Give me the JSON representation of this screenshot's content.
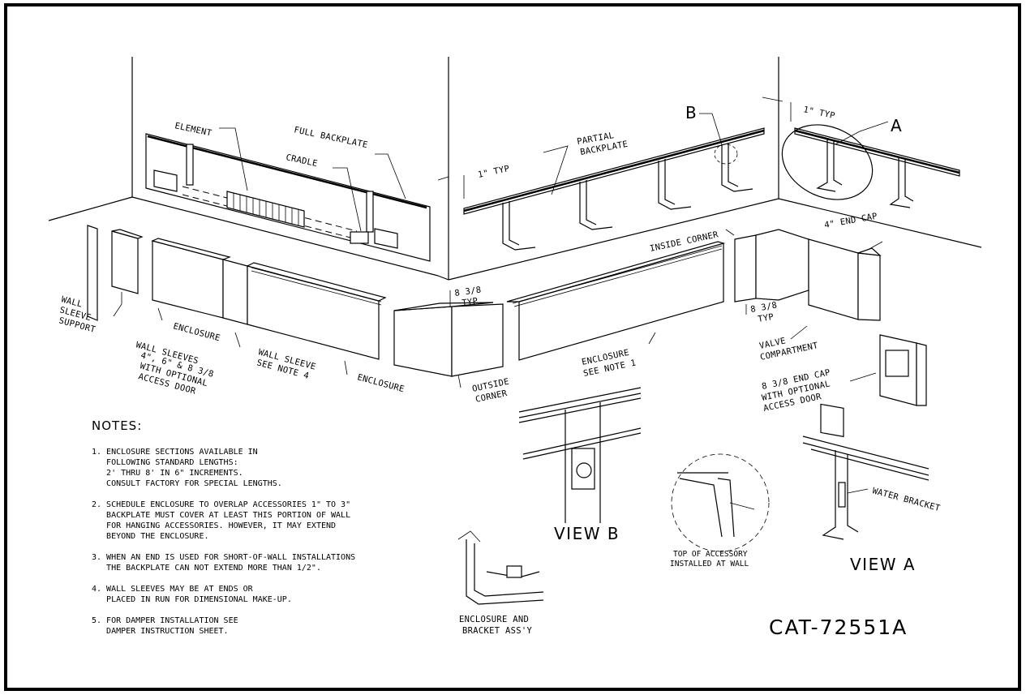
{
  "callouts": {
    "element": "ELEMENT",
    "full_backplate": "FULL BACKPLATE",
    "cradle": "CRADLE",
    "partial_backplate": [
      "PARTIAL",
      "BACKPLATE"
    ],
    "detail_b": "B",
    "detail_a": "A",
    "typ_1_left": "1\" TYP",
    "typ_1_right": "1\" TYP",
    "wall_sleeve_support": [
      "WALL",
      "SLEEVE",
      "SUPPORT"
    ],
    "wall_sleeves": [
      "WALL SLEEVES",
      "4\", 6\" & 8 3/8",
      "WITH OPTIONAL",
      "ACCESS DOOR"
    ],
    "enclosure_left": "ENCLOSURE",
    "wall_sleeve_note": [
      "WALL SLEEVE",
      "SEE NOTE 4"
    ],
    "enclosure_mid": "ENCLOSURE",
    "typ_838_outside": [
      "8 3/8",
      "TYP"
    ],
    "outside_corner": [
      "OUTSIDE",
      "CORNER"
    ],
    "enclosure_note1": [
      "ENCLOSURE",
      "SEE NOTE 1"
    ],
    "inside_corner": "INSIDE CORNER",
    "end_cap_4": "4\" END CAP",
    "typ_838_inside": [
      "8 3/8",
      "TYP"
    ],
    "valve_compartment": [
      "VALVE",
      "COMPARTMENT"
    ],
    "end_cap_838": [
      "8 3/8 END CAP",
      "WITH OPTIONAL",
      "ACCESS DOOR"
    ],
    "water_bracket": "WATER BRACKET",
    "top_of_accessory": [
      "TOP OF ACCESSORY",
      "INSTALLED AT WALL"
    ],
    "enclosure_bracket": [
      "ENCLOSURE AND",
      "BRACKET ASS'Y"
    ]
  },
  "views": {
    "view_b": "VIEW B",
    "view_a": "VIEW A"
  },
  "notes": {
    "heading": "NOTES:",
    "lines": [
      "1. ENCLOSURE SECTIONS AVAILABLE IN",
      "   FOLLOWING STANDARD LENGTHS:",
      "   2' THRU 8' IN 6\" INCREMENTS.",
      "   CONSULT FACTORY FOR SPECIAL LENGTHS.",
      "2. SCHEDULE ENCLOSURE TO OVERLAP ACCESSORIES 1\" TO 3\"",
      "   BACKPLATE MUST COVER AT LEAST THIS PORTION OF WALL",
      "   FOR HANGING ACCESSORIES. HOWEVER, IT MAY EXTEND",
      "   BEYOND THE ENCLOSURE.",
      "3. WHEN AN END IS USED FOR SHORT-OF-WALL INSTALLATIONS",
      "   THE BACKPLATE CAN NOT EXTEND MORE THAN 1/2\".",
      "4. WALL SLEEVES MAY BE AT ENDS OR",
      "   PLACED IN RUN FOR DIMENSIONAL MAKE-UP.",
      "5. FOR DAMPER INSTALLATION SEE",
      "   DAMPER INSTRUCTION SHEET."
    ]
  },
  "catalog_number": "CAT-72551A"
}
